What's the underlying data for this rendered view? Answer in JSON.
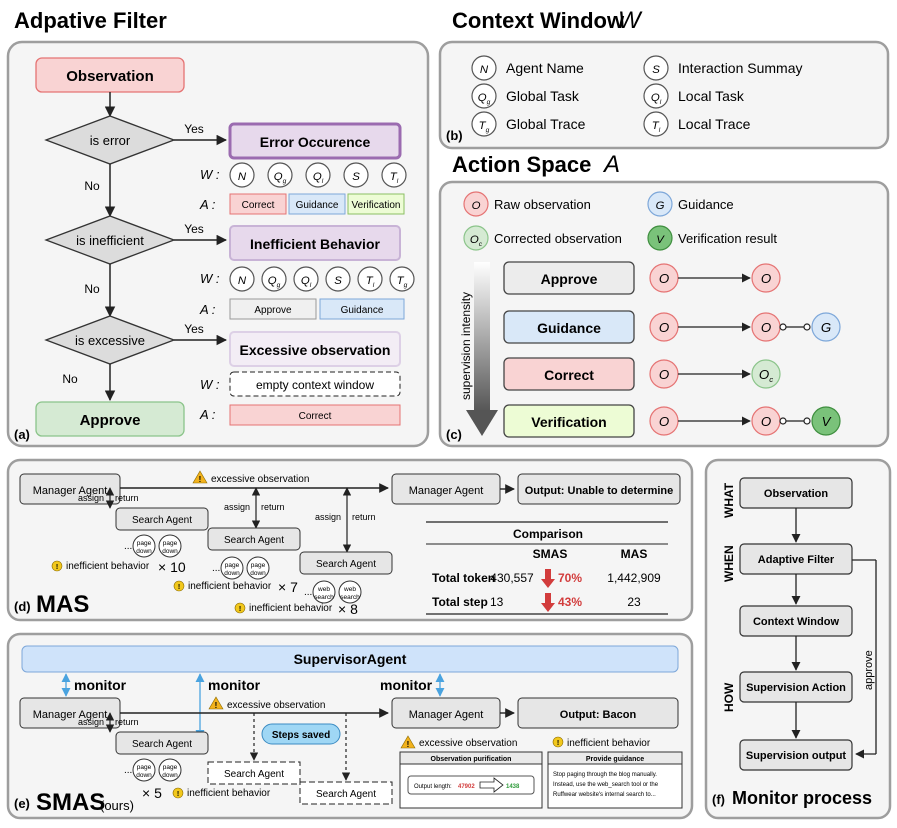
{
  "titles": {
    "adaptive_filter": "Adpative Filter",
    "context_window": "Context Window",
    "context_window_sym": "W",
    "action_space": "Action Space",
    "action_space_sym": "A"
  },
  "panel_a": {
    "tag": "(a)",
    "observation": "Observation",
    "is_error": "is error",
    "is_inefficient": "is inefficient",
    "is_excessive": "is excessive",
    "yes": "Yes",
    "no": "No",
    "approve": "Approve",
    "error_occurence": "Error Occurence",
    "inefficient_behavior": "Inefficient Behavior",
    "excessive_observation": "Excessive observation",
    "w_label": "W :",
    "a_label": "A :",
    "row1_w": [
      "N",
      "Qg",
      "Ql",
      "S",
      "Tl"
    ],
    "row1_a": [
      "Correct",
      "Guidance",
      "Verification"
    ],
    "row2_w": [
      "N",
      "Qg",
      "Ql",
      "S",
      "Tl",
      "Tg"
    ],
    "row2_a": [
      "Approve",
      "Guidance"
    ],
    "empty_context": "empty context window",
    "row3_a": "Correct"
  },
  "panel_b": {
    "tag": "(b)",
    "items": [
      {
        "sym": "N",
        "label": "Agent Name"
      },
      {
        "sym": "S",
        "label": "Interaction Summay"
      },
      {
        "sym": "Qg",
        "label": "Global Task"
      },
      {
        "sym": "Ql",
        "label": "Local Task"
      },
      {
        "sym": "Tg",
        "label": "Global Trace"
      },
      {
        "sym": "Tl",
        "label": "Local Trace"
      }
    ]
  },
  "panel_c": {
    "tag": "(c)",
    "legend": [
      {
        "sym": "O",
        "label": "Raw observation"
      },
      {
        "sym": "G",
        "label": "Guidance"
      },
      {
        "sym": "Oc",
        "label": "Corrected observation"
      },
      {
        "sym": "V",
        "label": "Verification result"
      }
    ],
    "intensity": "supervision intensity",
    "actions": [
      "Approve",
      "Guidance",
      "Correct",
      "Verification"
    ]
  },
  "panel_d": {
    "tag": "(d)",
    "title": "MAS",
    "manager_agent": "Manager Agent",
    "search_agent": "Search Agent",
    "assign": "assign",
    "return": "return",
    "excessive_observation": "excessive observation",
    "output": "Output: Unable to determine",
    "page_down": "page down",
    "web_search": "web search",
    "ellipsis": "...",
    "inefficient": "inefficient behavior",
    "counts": [
      "× 10",
      "× 7",
      "× 8"
    ],
    "comparison": {
      "title": "Comparison",
      "headers": [
        "SMAS",
        "MAS"
      ],
      "rows": [
        {
          "label": "Total token",
          "smas": "430,557",
          "pct": "70%",
          "mas": "1,442,909"
        },
        {
          "label": "Total step",
          "smas": "13",
          "pct": "43%",
          "mas": "23"
        }
      ]
    }
  },
  "panel_e": {
    "tag": "(e)",
    "title": "SMAS",
    "title_sub": "(ours)",
    "supervisor": "SupervisorAgent",
    "monitor": "monitor",
    "manager_agent": "Manager Agent",
    "search_agent": "Search Agent",
    "assign": "assign",
    "return": "return",
    "excessive_observation": "excessive observation",
    "steps_saved": "Steps saved",
    "output": "Output: Bacon",
    "inefficient": "inefficient behavior",
    "page_down": "page down",
    "ellipsis": "...",
    "count": "× 5",
    "purification_title": "Observation purification",
    "output_length": "Output length:",
    "len_before": "47902",
    "len_after": "1438",
    "guidance_title": "Provide guidance",
    "guidance_lines": [
      "Stop paging through the blog manually.",
      "Instead, use the web_search tool or the",
      "Ruffwear website's internal search to..."
    ]
  },
  "panel_f": {
    "tag": "(f)",
    "title": "Monitor process",
    "what": "WHAT",
    "when": "WHEN",
    "how": "HOW",
    "approve": "approve",
    "steps": [
      "Observation",
      "Adaptive Filter",
      "Context Window",
      "Supervision Action",
      "Supervision output"
    ]
  },
  "colors": {
    "pink": "#f9d3d3",
    "pink_border": "#e57373",
    "green": "#d5ead3",
    "green_border": "#8bc48a",
    "purple": "#e7d9ec",
    "purple_border": "#9b6bb0",
    "blue": "#d9e8f8",
    "blue_border": "#7da7d9",
    "lime": "#edfcd5",
    "lime_border": "#8cbf63",
    "gray": "#ececec",
    "red_accent": "#d23c3c",
    "green_accent": "#2e9a3a"
  }
}
